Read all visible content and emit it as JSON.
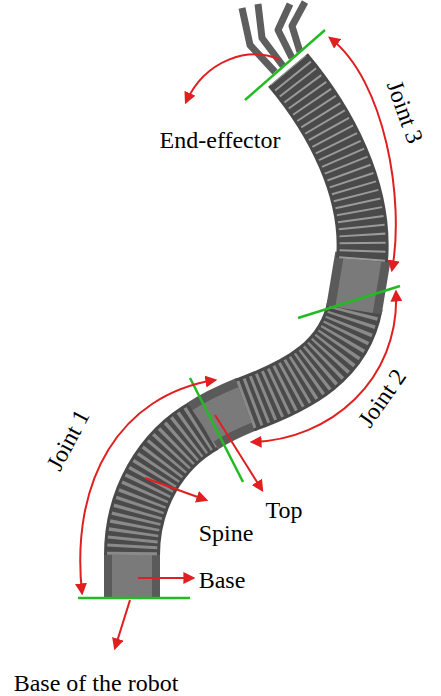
{
  "diagram": {
    "labels": [
      "End-effector",
      "Joint 3",
      "Joint 2",
      "Joint 1",
      "Spine",
      "Top",
      "Base",
      "Base of the robot"
    ]
  }
}
